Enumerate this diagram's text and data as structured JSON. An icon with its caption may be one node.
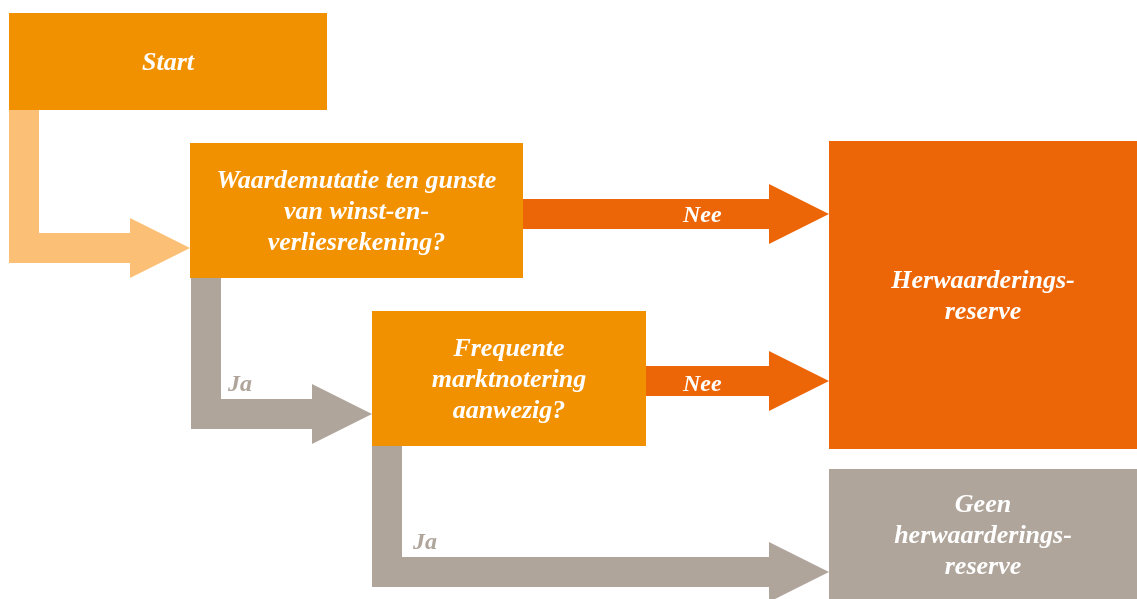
{
  "diagram": {
    "nodes": [
      {
        "text": [
          "Start"
        ]
      },
      {
        "text": [
          "Waardemutatie ten gunste van winst-en-verliesrekening?"
        ]
      },
      {
        "text": [
          "Frequente marktnotering aanwezig?"
        ]
      },
      {
        "text": [
          "Herwaarderings-reserve"
        ]
      },
      {
        "text": [
          "Geen herwaarderings-reserve"
        ]
      }
    ],
    "edges": [
      {
        "from": 0,
        "to": 1,
        "arrow": "to",
        "color": "#fbbf76"
      },
      {
        "from": 1,
        "to": 3,
        "arrow": "to",
        "label": "Nee",
        "color": "#ec6608"
      },
      {
        "from": 1,
        "to": 2,
        "arrow": "to",
        "label": "Ja",
        "color": "#afa59b"
      },
      {
        "from": 2,
        "to": 3,
        "arrow": "to",
        "label": "Nee",
        "color": "#ec6608"
      },
      {
        "from": 2,
        "to": 4,
        "arrow": "to",
        "label": "Ja",
        "color": "#afa59b"
      }
    ]
  }
}
